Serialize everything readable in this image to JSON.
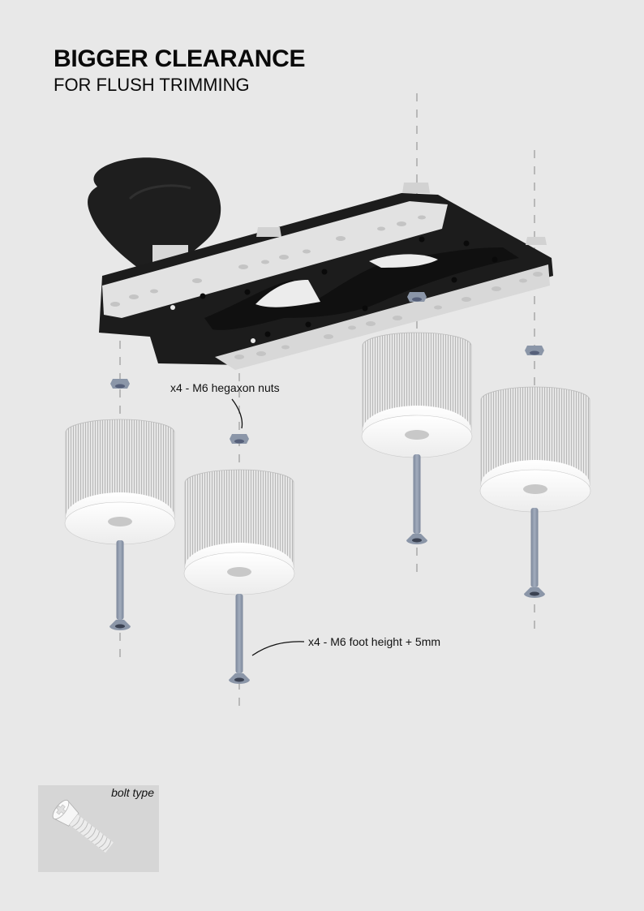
{
  "header": {
    "title": "BIGGER CLEARANCE",
    "subtitle": "FOR FLUSH TRIMMING"
  },
  "callouts": {
    "nuts": "x4 - M6 hegaxon nuts",
    "bolts": "x4 - M6 foot height + 5mm"
  },
  "inset": {
    "label": "bolt type"
  },
  "colors": {
    "background": "#e8e8e8",
    "plate": "#1c1c1c",
    "rail": "#dcdcdc",
    "hardware": "#8b96a8",
    "foot_side": "#d4d4d4",
    "foot_bottom": "#f7f7f7",
    "inset_bg": "#d6d6d6"
  },
  "parts": {
    "feet_count": 4,
    "nuts_count": 4,
    "bolts_count": 4
  }
}
